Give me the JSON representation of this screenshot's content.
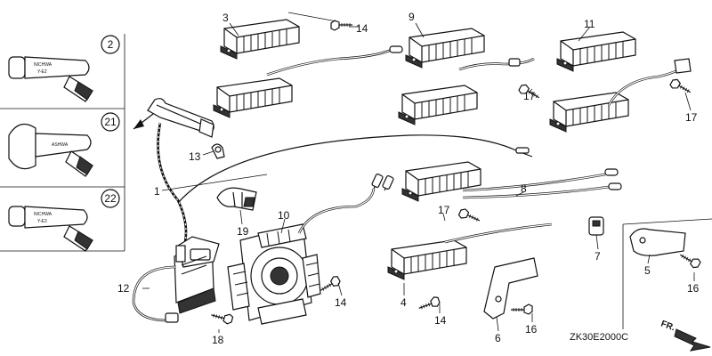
{
  "callouts": {
    "c1": "1",
    "c2": "2",
    "c3": "3",
    "c4": "4",
    "c5": "5",
    "c6": "6",
    "c7": "7",
    "c8": "8",
    "c9": "9",
    "c10": "10",
    "c11": "11",
    "c12": "12",
    "c13": "13",
    "c14a": "14",
    "c14b": "14",
    "c14c": "14",
    "c16a": "16",
    "c16b": "16",
    "c17a": "17",
    "c17b": "17",
    "c17c": "17",
    "c18": "18",
    "c19": "19",
    "c21": "21",
    "c22": "22"
  },
  "cap_labels": {
    "cap2_line1": "NICHWA",
    "cap2_line2": "Y-E2",
    "cap21_line1": "ASHWA",
    "cap22_line1": "NICHWA",
    "cap22_line2": "Y-E3"
  },
  "diagram_code": "ZK30E2000C",
  "direction_label": "FR."
}
